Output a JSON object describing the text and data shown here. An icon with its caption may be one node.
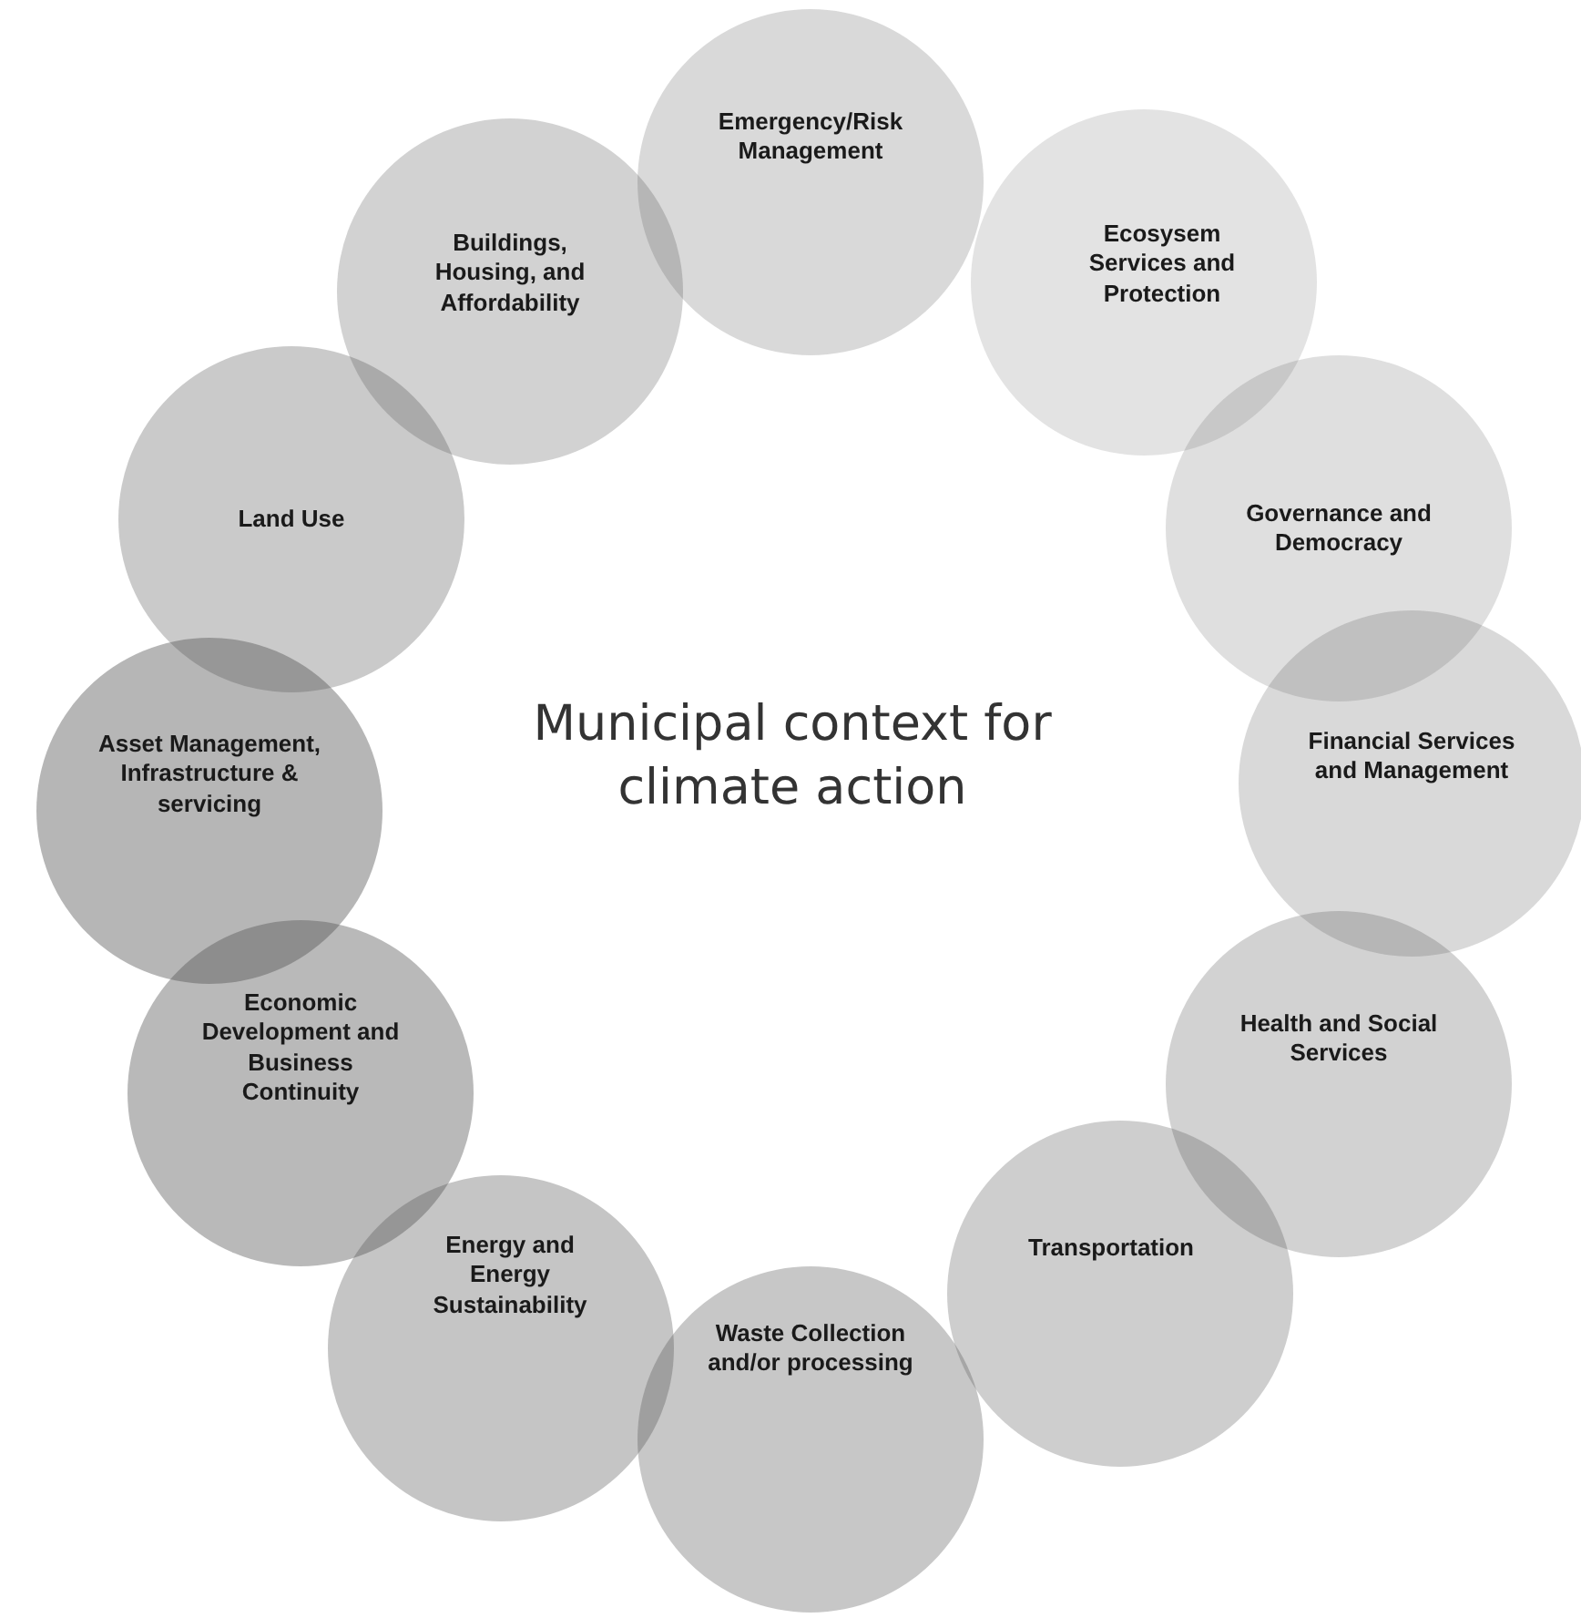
{
  "diagram": {
    "nodes": [
      {
        "text": [
          "Emergency/Risk Management"
        ]
      },
      {
        "text": [
          "Ecosysem Services and Protection"
        ]
      },
      {
        "text": [
          "Governance and Democracy"
        ]
      },
      {
        "text": [
          "Financial Services and Management"
        ]
      },
      {
        "text": [
          "Health and Social Services"
        ]
      },
      {
        "text": [
          "Transportation"
        ]
      },
      {
        "text": [
          "Waste Collection and/or processing"
        ]
      },
      {
        "text": [
          "Energy and Energy Sustainability"
        ]
      },
      {
        "text": [
          "Economic Development and Business Continuity"
        ]
      },
      {
        "text": [
          "Asset Management, Infrastructure & servicing"
        ]
      },
      {
        "text": [
          "Land Use"
        ]
      },
      {
        "text": [
          "Buildings, Housing, and Affordability"
        ]
      }
    ],
    "labels": [
      "Municipal context for climate action"
    ]
  }
}
